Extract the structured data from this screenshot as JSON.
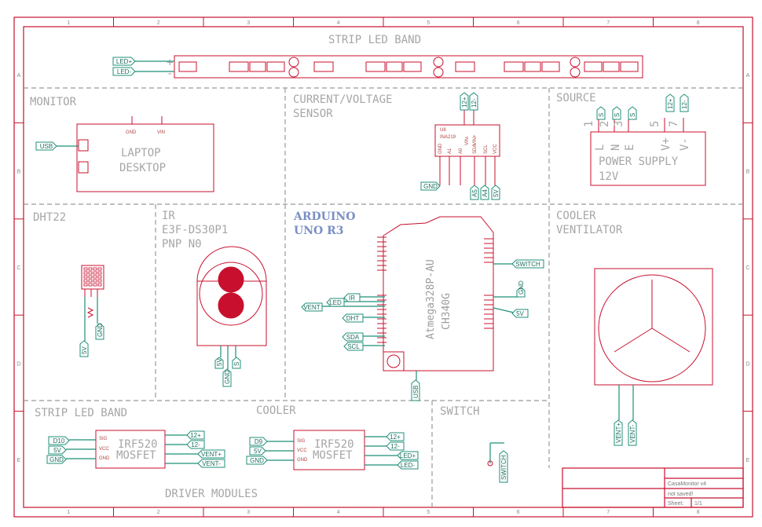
{
  "frame": {
    "columns": [
      "1",
      "2",
      "3",
      "4",
      "5",
      "6",
      "7",
      "8"
    ],
    "rows": [
      "A",
      "B",
      "C",
      "D",
      "E"
    ]
  },
  "blocks": {
    "strip_top": "STRIP LED BAND",
    "monitor": "MONITOR",
    "sensor_1": "CURRENT/VOLTAGE",
    "sensor_2": "SENSOR",
    "source": "SOURCE",
    "dht": "DHT22",
    "ir_1": "IR",
    "ir_2": "E3F-DS30P1",
    "ir_3": "PNP N0",
    "arduino_1": "ARDUINO",
    "arduino_2": "UNO R3",
    "cooler_1": "COOLER",
    "cooler_2": "VENTILATOR",
    "strip_driver": "STRIP LED BAND",
    "cooler_driver": "COOLER",
    "switch": "SWITCH",
    "driver_modules": "DRIVER MODULES"
  },
  "components": {
    "laptop_1": "LAPTOP",
    "laptop_2": "DESKTOP",
    "laptop_gnd": "GND",
    "laptop_vin": "VIN",
    "ina_ref": "U8",
    "ina_name": "INA219",
    "ina_pins": [
      "GND",
      "A1",
      "A0",
      "SDA",
      "SCL",
      "VCC"
    ],
    "ina_top_pins": [
      "VIN-",
      "VIN+"
    ],
    "psu_1": "POWER SUPPLY",
    "psu_2": "12V",
    "psu_terms": [
      "L",
      "N",
      "E",
      "V+",
      "V-"
    ],
    "psu_nums": [
      "1",
      "2",
      "3",
      "5",
      "7"
    ],
    "mcu_1": "Atmega328P-AU",
    "mcu_2": "CH340G",
    "mosfet_name": "IRF520",
    "mosfet_type": "MOSFET",
    "mosfet_pins": [
      "SIG",
      "VCC",
      "GND"
    ],
    "strip_plus": "+",
    "strip_minus": "-"
  },
  "net_labels": {
    "led_plus": "LED+",
    "led_minus": "LED-",
    "usb": "USB",
    "gnd": "GND",
    "v5": "5V",
    "v12p": "12+",
    "v12m": "12-",
    "a5": "A5",
    "a4": "A4",
    "switch": "SWITCH",
    "vent": "VENT",
    "led": "LED",
    "ir": "IR",
    "dht": "DHT",
    "sda": "SDA",
    "scl": "SCL",
    "d10": "D10",
    "d9": "D9",
    "vent_plus": "VENT+",
    "vent_minus": "VENT-",
    "s": "S"
  },
  "title_block": {
    "name": "CasaMonitor v4",
    "status": "not saved!",
    "sheet_label": "Sheet:",
    "sheet_value": "1/1"
  }
}
